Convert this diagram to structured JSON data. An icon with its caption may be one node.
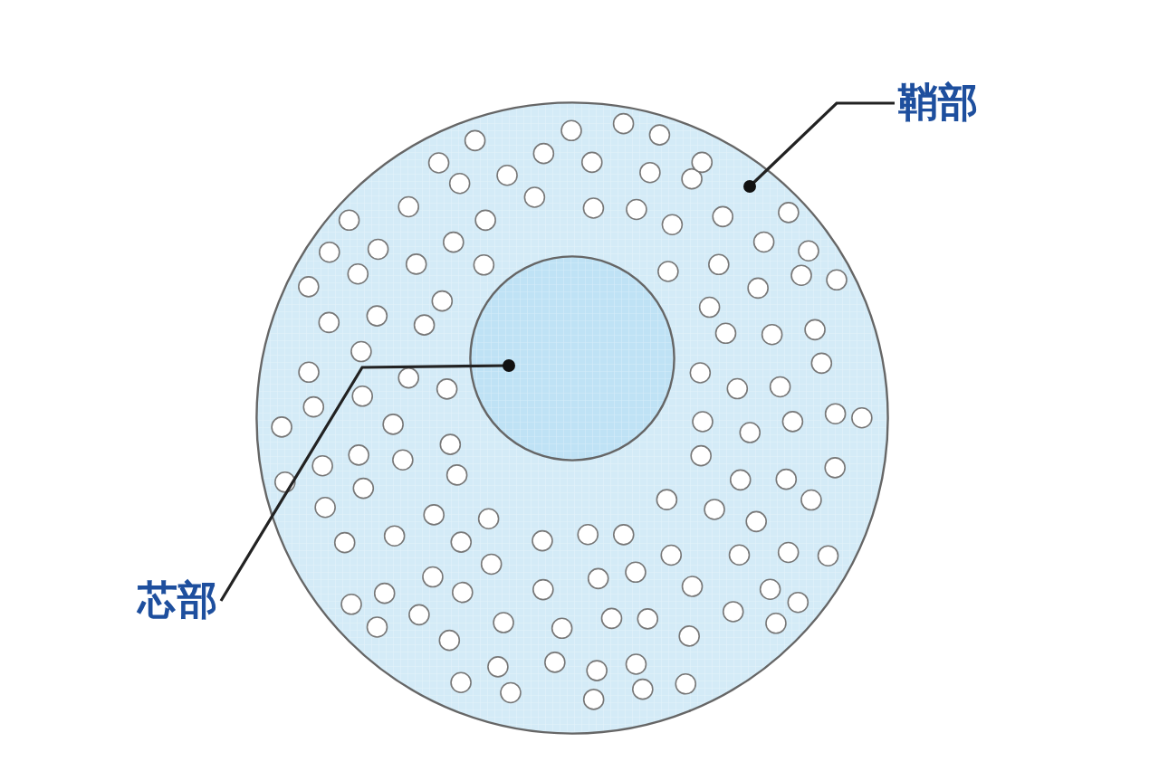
{
  "diagram": {
    "nodes": [
      {
        "text": [
          "鞘部"
        ]
      },
      {
        "text": [
          "芯部"
        ]
      },
      {
        "text": [],
        "shape": "circle"
      },
      {
        "text": [],
        "shape": "circle",
        "in": 2
      }
    ],
    "edges": [
      {
        "from": 0,
        "to": 2,
        "arrow": "other"
      },
      {
        "from": 1,
        "to": 3,
        "arrow": "other"
      }
    ]
  }
}
